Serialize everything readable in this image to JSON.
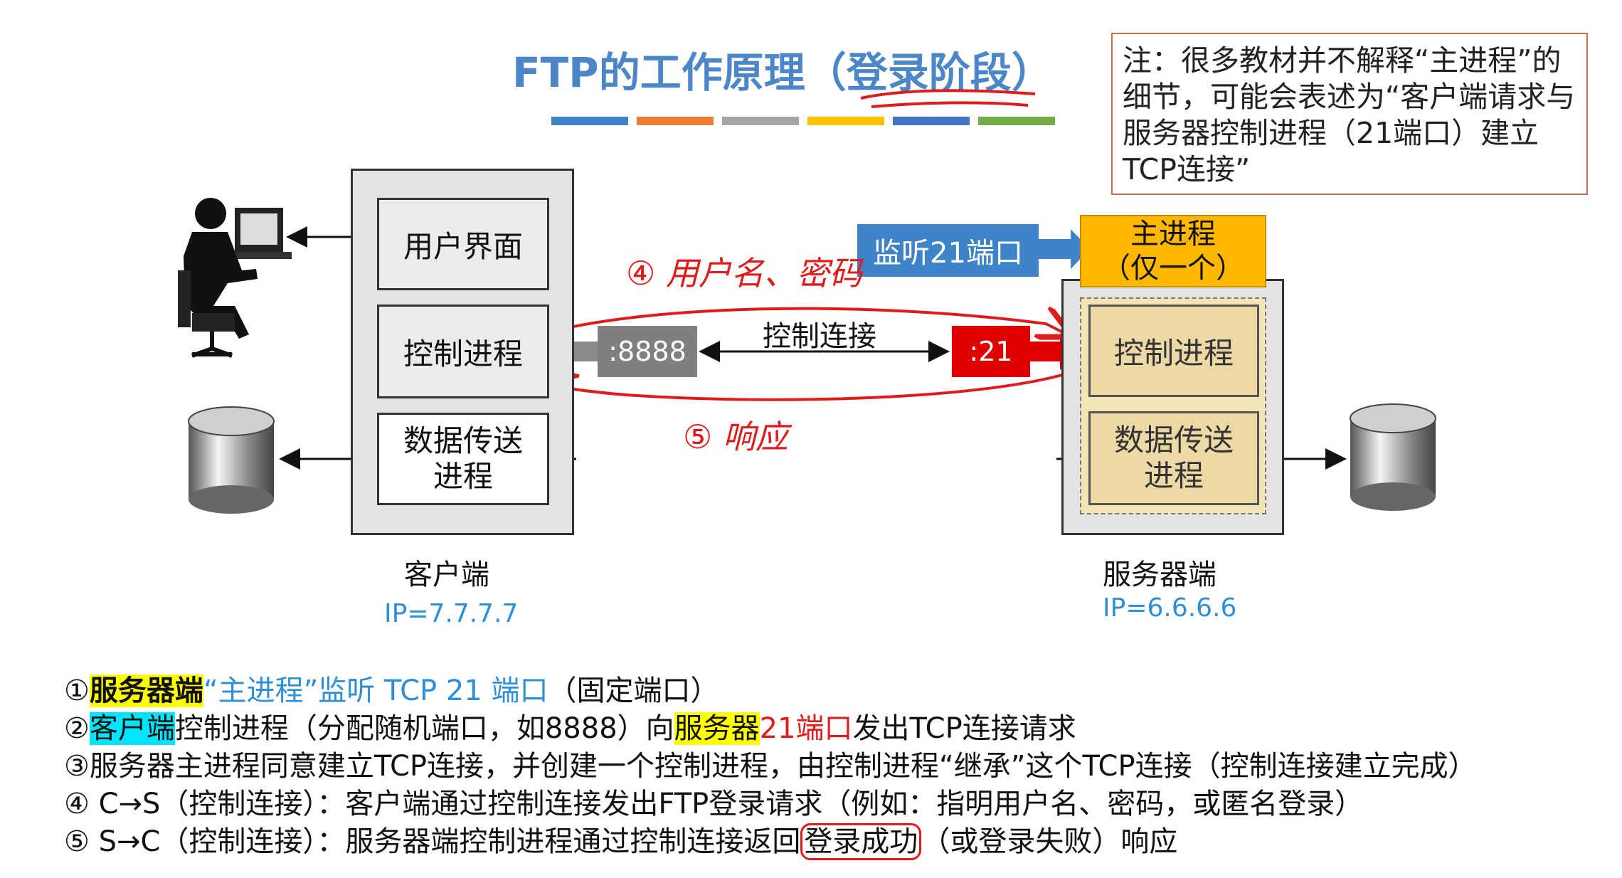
{
  "title": {
    "prefix": "FTP的工作原理（",
    "underlined": "登录阶段",
    "suffix": "）"
  },
  "colors": {
    "title": "#4a86c8",
    "ip": "#2e8ed6",
    "annotation": "#e01b1b",
    "listen_box": "#3f84c8",
    "main_process_box": "#ffb700",
    "port21_box": "#e00000",
    "port8888_box": "#7f7f7f"
  },
  "note": {
    "text": "注：很多教材并不解释“主进程”的细节，可能会表述为“客户端请求与服务器控制进程（21端口）建立TCP连接”"
  },
  "client": {
    "ui_label": "用户界面",
    "control_label": "控制进程",
    "data_label_line1": "数据传送",
    "data_label_line2": "进程",
    "caption": "客户端",
    "ip": "IP=7.7.7.7",
    "port": ":8888"
  },
  "server": {
    "listen_label": "监听21端口",
    "main_line1": "主进程",
    "main_line2": "（仅一个）",
    "control_label": "控制进程",
    "data_label_line1": "数据传送",
    "data_label_line2": "进程",
    "caption": "服务器端",
    "ip": "IP=6.6.6.6",
    "port": ":21"
  },
  "connection_label": "控制连接",
  "handwriting": {
    "step4": "④ 用户名、密码",
    "step5": "⑤ 响应"
  },
  "steps": {
    "s1": {
      "num": "①",
      "hl": "服务器端",
      "blue": "“主进程”监听 TCP 21 端口",
      "rest": "（固定端口）"
    },
    "s2": {
      "num": "②",
      "hl1": "客户端",
      "mid": "控制进程（分配随机端口，如8888）向",
      "hl2": "服务器",
      "red": "21端口",
      "rest": "发出TCP连接请求"
    },
    "s3": {
      "text": "③服务器主进程同意建立TCP连接，并创建一个控制进程，由控制进程“继承”这个TCP连接（控制连接建立完成）"
    },
    "s4": {
      "text": "④ C→S（控制连接）：客户端通过控制连接发出FTP登录请求（例如：指明用户名、密码，或匿名登录）"
    },
    "s5": {
      "pre": "⑤ S→C（控制连接）：服务器端控制进程通过控制连接返回",
      "boxed": "登录成功",
      "post": "（或登录失败）响应"
    }
  }
}
